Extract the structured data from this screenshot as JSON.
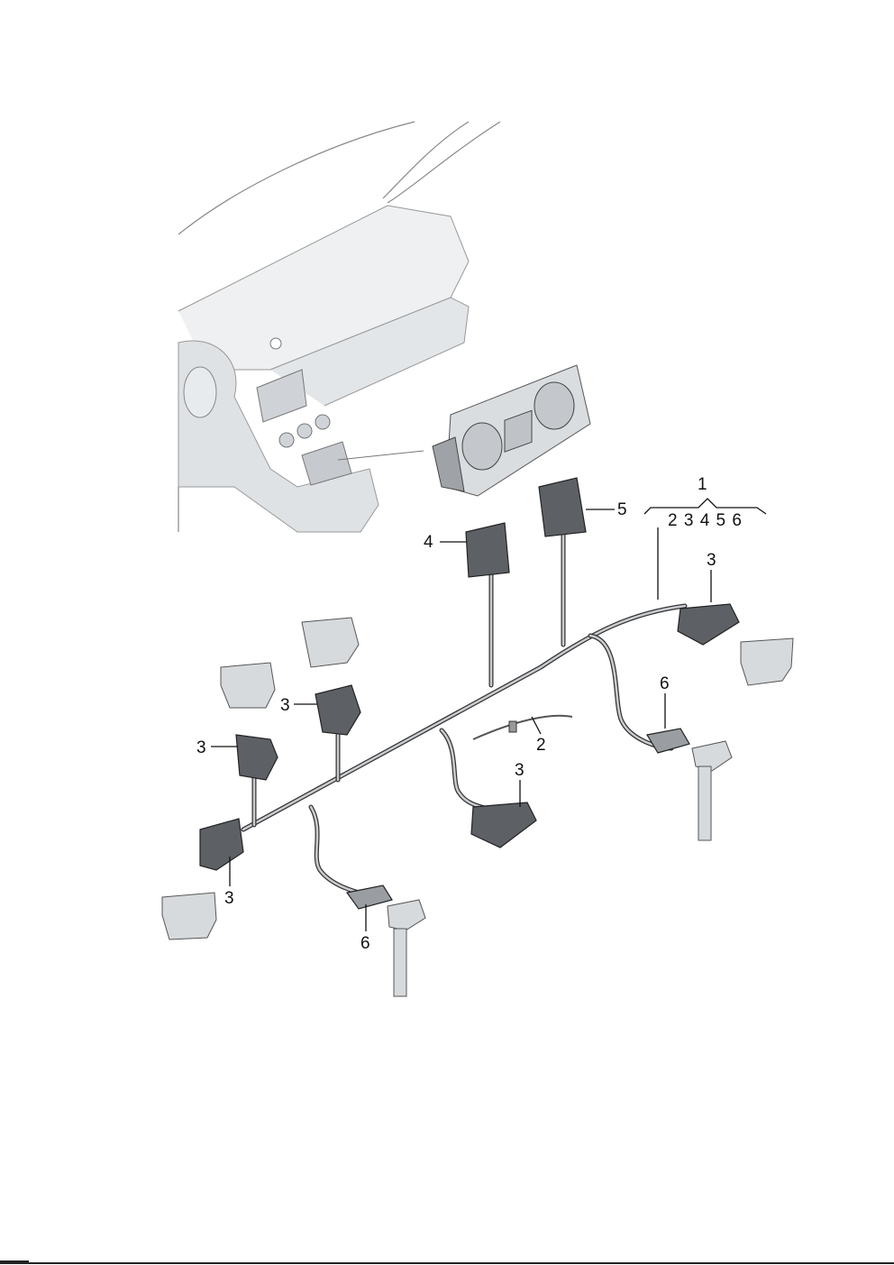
{
  "diagram": {
    "callouts": {
      "assembly": "1",
      "assembly_contents": "2 3 4 5 6",
      "label_5": "5",
      "label_4": "4",
      "label_3_right": "3",
      "label_3_mid_left": "3",
      "label_3_left": "3",
      "label_6_right": "6",
      "label_2": "2",
      "label_3_center": "3",
      "label_3_bottom": "3",
      "label_6_bottom": "6"
    }
  }
}
